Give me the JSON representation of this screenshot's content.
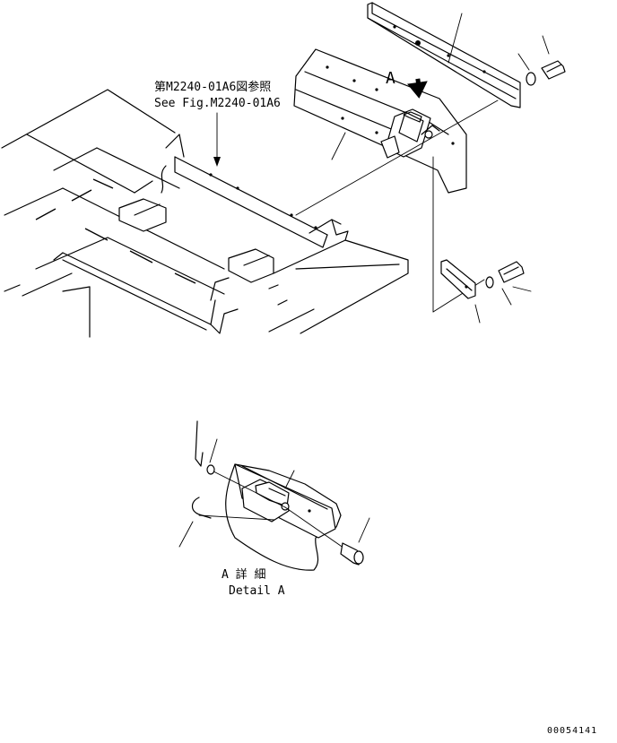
{
  "reference_note": {
    "line1": "第M2240-01A6図参照",
    "line2": "See Fig.M2240-01A6"
  },
  "view_label": "A",
  "detail_caption": {
    "line1": "A 詳 細",
    "line2": "Detail A"
  },
  "drawing_number": "00054141",
  "icons": {
    "view_arrow": "down-arrow-icon",
    "bolt": "bolt-icon",
    "washer": "washer-icon"
  }
}
